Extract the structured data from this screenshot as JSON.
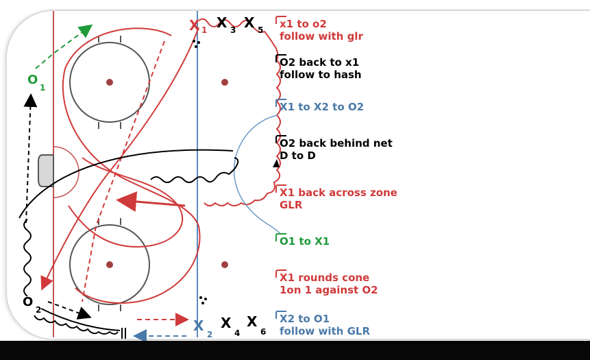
{
  "players": {
    "x1": "X",
    "x1_num": "1",
    "x3": "X",
    "x3_num": "3",
    "x5": "X",
    "x5_num": "5",
    "o1": "O",
    "o1_num": "1",
    "o2": "O",
    "o2_num": "2",
    "x2": "X",
    "x2_num": "2",
    "x4": "X",
    "x4_num": "4",
    "x6": "X",
    "x6_num": "6",
    "red_num": "1"
  },
  "legend": [
    {
      "lines": [
        "x1 to o2",
        "follow with glr"
      ],
      "color": "#d03a3a"
    },
    {
      "lines": [
        "O2 back to x1",
        "follow to hash"
      ],
      "color": "#000000"
    },
    {
      "lines": [
        "X1 to X2 to O2"
      ],
      "color": "#4a7aa8"
    },
    {
      "lines": [
        "O2 back behind net",
        "D to D"
      ],
      "color": "#000000"
    },
    {
      "lines": [
        "X1 back across zone",
        "GLR"
      ],
      "color": "#d03a3a"
    },
    {
      "lines": [
        "O1 to X1"
      ],
      "color": "#1f9a3a"
    },
    {
      "lines": [
        "X1 rounds cone",
        "1on 1 against O2"
      ],
      "color": "#d03a3a"
    },
    {
      "lines": [
        "X2 to O1",
        "follow with GLR"
      ],
      "color": "#4a7aa8"
    }
  ],
  "colors": {
    "red": "#d03a3a",
    "blue": "#4a7aa8",
    "green": "#1f9a3a",
    "black": "#000000",
    "dot": "#a04040"
  }
}
